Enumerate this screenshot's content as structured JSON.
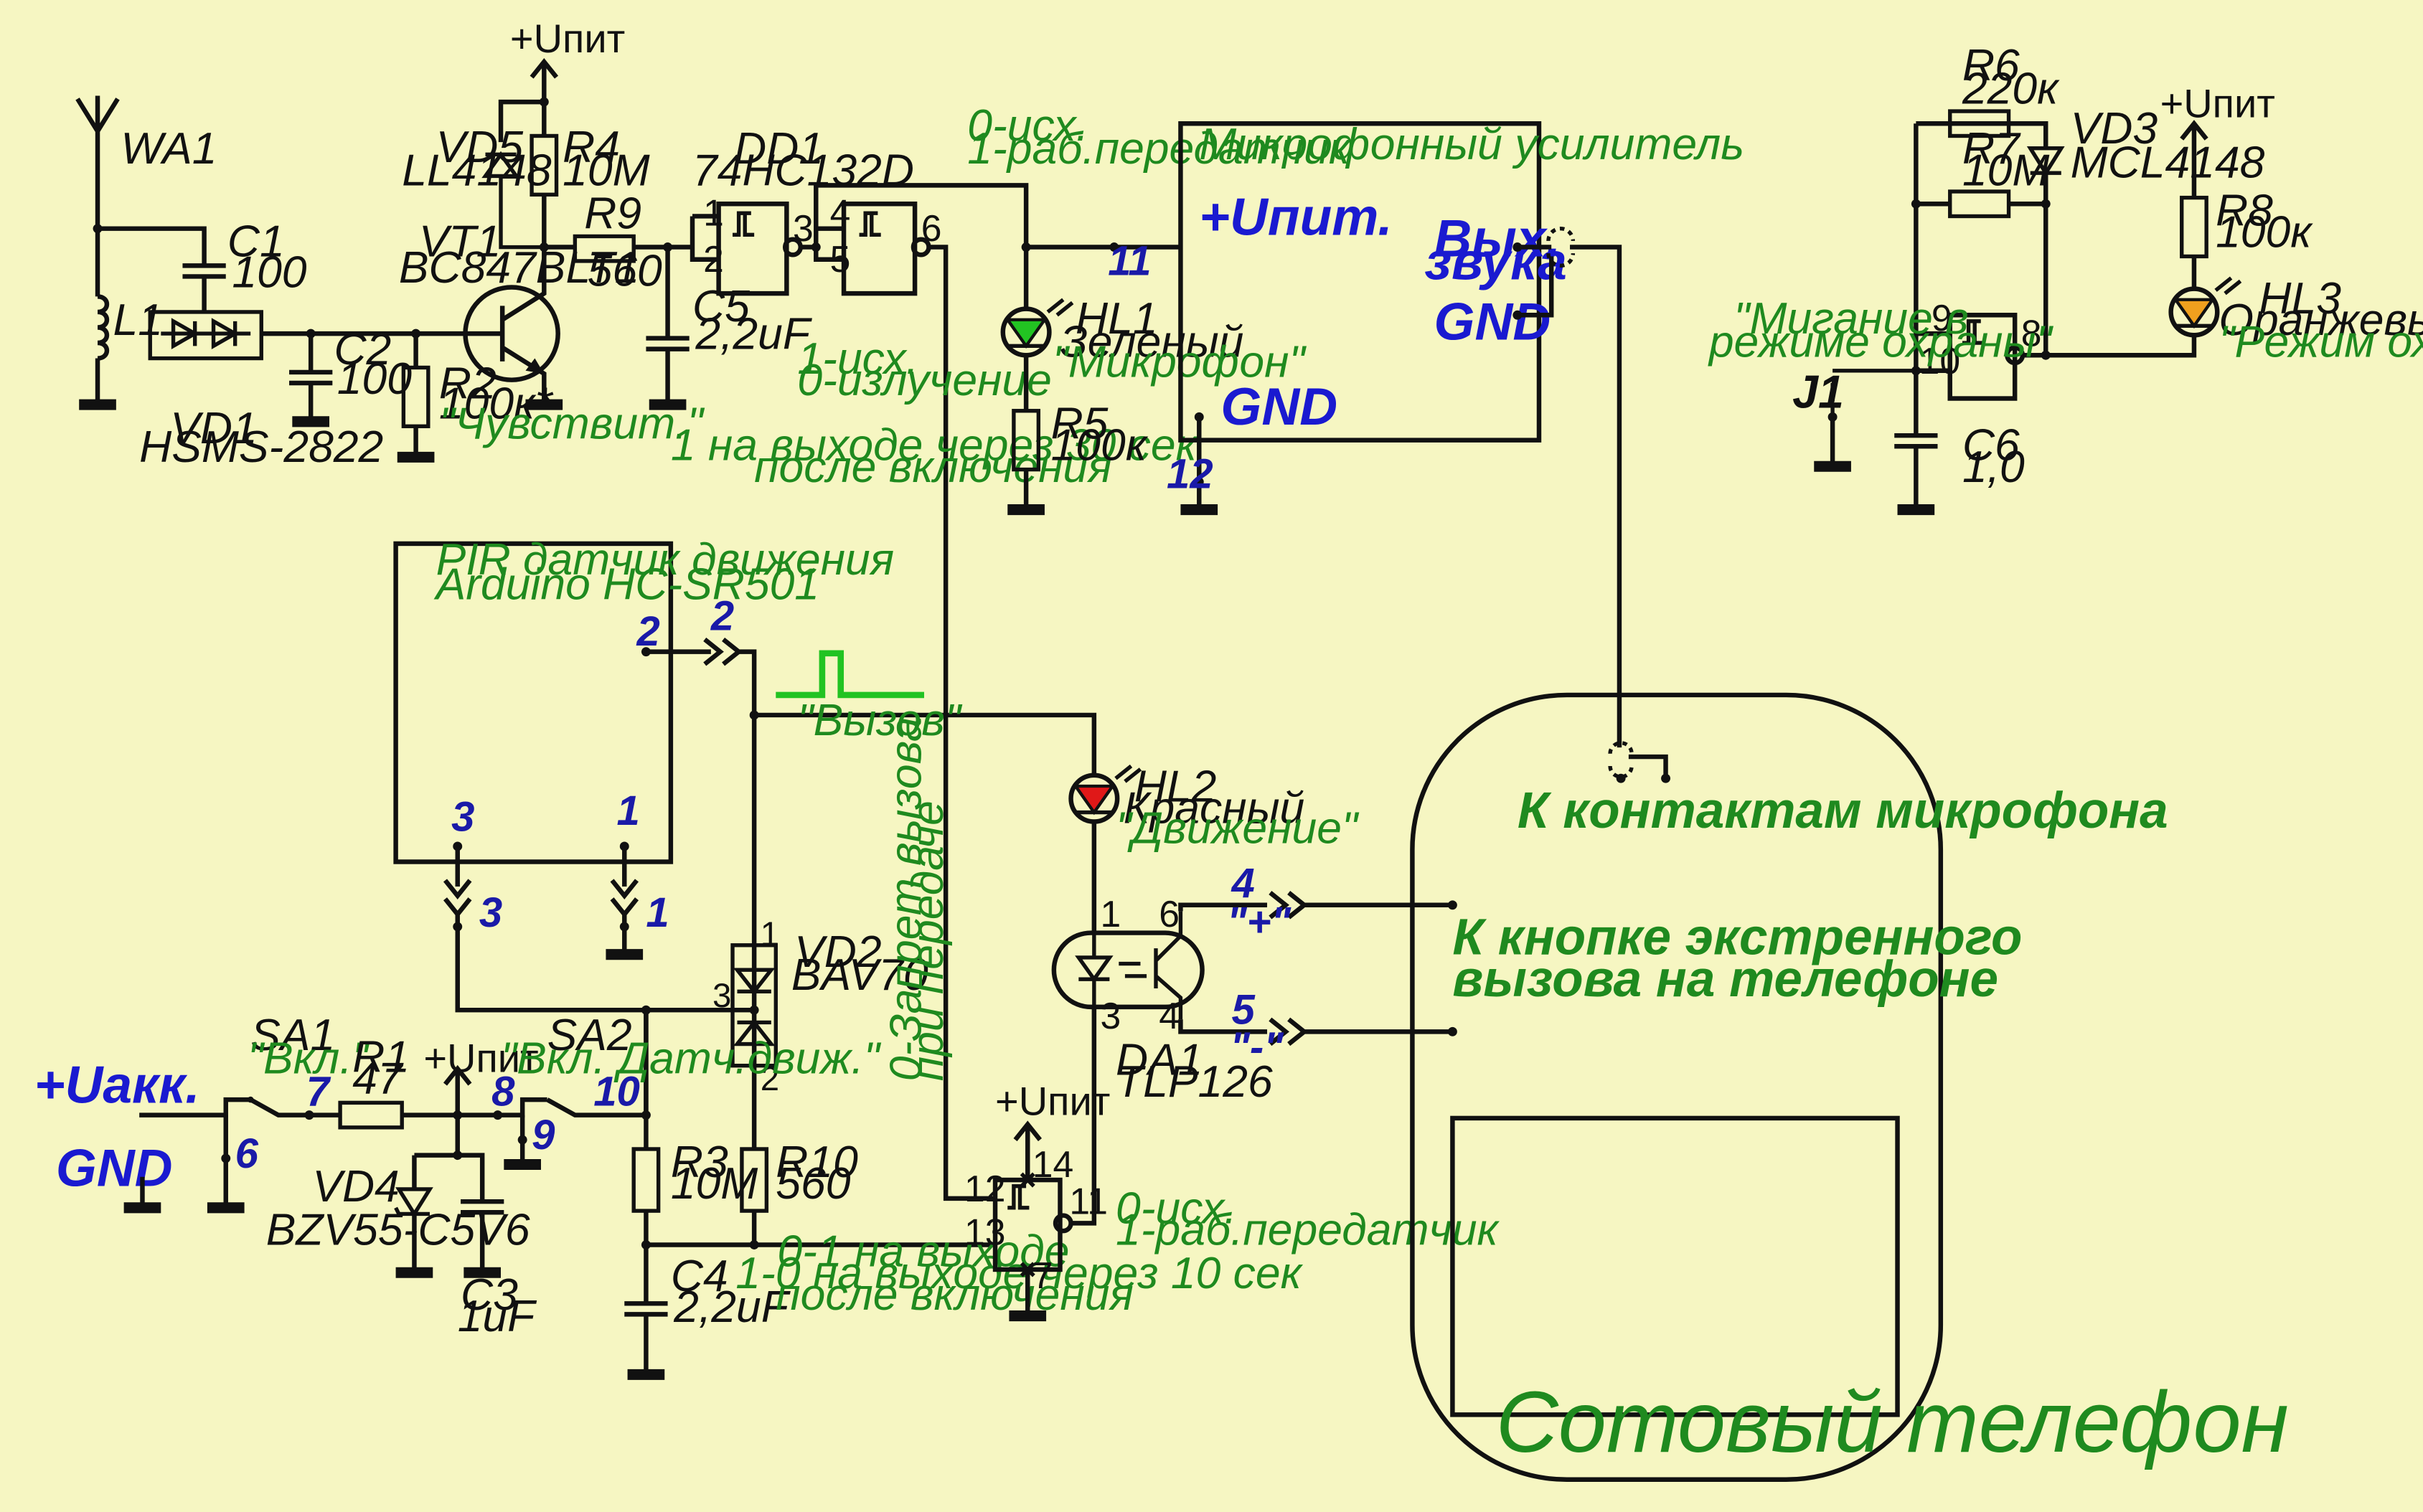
{
  "antenna": {
    "ref": "WA1",
    "inductor": "L1"
  },
  "c1": {
    "ref": "C1",
    "value": "100"
  },
  "c2": {
    "ref": "C2",
    "value": "100"
  },
  "vd1": {
    "ref": "VD1",
    "value": "HSMS-2822"
  },
  "r2": {
    "ref": "R2",
    "value": "100к*",
    "note": "\"Чувствит.\""
  },
  "vt1": {
    "ref": "VT1",
    "value": "BC847BLT1"
  },
  "vd5": {
    "ref": "VD5",
    "value": "LL4148"
  },
  "r4": {
    "ref": "R4",
    "value": "10M"
  },
  "vcc_labels": {
    "upit": "+Uпит"
  },
  "r9": {
    "ref": "R9",
    "value": "560"
  },
  "c5": {
    "ref": "C5",
    "value": "2,2uF"
  },
  "dd1": {
    "ref": "DD1",
    "value": "74HC132D",
    "pins": {
      "p1": "1",
      "p2": "2",
      "p3": "3",
      "p4": "4",
      "p5": "5",
      "p6": "6",
      "p7": "7",
      "p11": "11",
      "p12": "12",
      "p13": "13",
      "p14": "14",
      "p8": "8",
      "p9": "9",
      "p10": "10"
    }
  },
  "notes": {
    "out_tx_1": "0-исх.",
    "out_tx_2": "1-раб.передатчик",
    "pin6_1": "1-исх.",
    "pin6_2": "0-излучение",
    "delay30_1": "1 на выходе через 30 сек",
    "delay30_2": "после включения",
    "ban_1": "0-Запрет вызова",
    "ban_2": "при передаче",
    "out11_1": "0-исх.",
    "out11_2": "1-раб.передатчик",
    "delay10_1": "0-1 на выходе",
    "delay10_2": "1-0 на выходе через 10 сек",
    "delay10_3": "после включения",
    "blink_1": "\"Мигание в",
    "blink_2": "режиме охраны\"",
    "call": "\"Вызов\""
  },
  "hl1": {
    "ref": "HL1",
    "color_name": "Зеленый",
    "note": "\"Микрофон\"",
    "color": "#22c322"
  },
  "r5": {
    "ref": "R5",
    "value": "100к"
  },
  "mic_amp": {
    "title": "Микрофонный усилитель",
    "vcc": "+Uпит.",
    "out_1": "Вых.",
    "out_2": "звука",
    "gnd1": "GND",
    "gnd2": "GND"
  },
  "net_numbers": {
    "n11": "11",
    "n12": "12",
    "n2a": "2",
    "n2b": "2",
    "n3a": "3",
    "n3b": "3",
    "n1a": "1",
    "n1b": "1",
    "n4": "4",
    "n5": "5",
    "n6": "6",
    "n7": "7",
    "n8": "8",
    "n9": "9",
    "n10": "10"
  },
  "r6": {
    "ref": "R6",
    "value": "220к"
  },
  "r7": {
    "ref": "R7",
    "value": "10M"
  },
  "vd3": {
    "ref": "VD3",
    "value": "MCL4148"
  },
  "r8": {
    "ref": "R8",
    "value": "100к"
  },
  "hl3": {
    "ref": "HL3",
    "color_name": "Оранжевый",
    "note": "\"Режим охраны\"",
    "color": "#f0a01e"
  },
  "c6": {
    "ref": "C6",
    "value": "1,0"
  },
  "j1": {
    "ref": "J1"
  },
  "pir": {
    "title_1": "PIR датчик движения",
    "title_2": "Arduino HC-SR501",
    "p2": "2",
    "p3": "3",
    "p1": "1"
  },
  "hl2": {
    "ref": "HL2",
    "color_name": "Красный",
    "note": "\"Движение\"",
    "color": "#e01818"
  },
  "da1": {
    "ref": "DA1",
    "value": "TLP126",
    "p1": "1",
    "p3": "3",
    "p4": "4",
    "p6": "6"
  },
  "vd2": {
    "ref": "VD2",
    "value": "BAV70",
    "p1": "1",
    "p2": "2",
    "p3": "3"
  },
  "r10": {
    "ref": "R10",
    "value": "560"
  },
  "r3": {
    "ref": "R3",
    "value": "10M"
  },
  "c4": {
    "ref": "C4",
    "value": "2,2uF"
  },
  "power": {
    "uakk": "+Uакк.",
    "gnd": "GND"
  },
  "sa1": {
    "ref": "SA1",
    "note": "\"Вкл.\""
  },
  "r1": {
    "ref": "R1",
    "value": "47"
  },
  "sa2": {
    "ref": "SA2",
    "note": "\"Вкл. Датч.движ.\""
  },
  "vd4": {
    "ref": "VD4",
    "value": "BZV55-C5V6"
  },
  "c3": {
    "ref": "C3",
    "value": "1uF"
  },
  "phone": {
    "mic_contacts": "К контактам микрофона",
    "button_1": "К кнопке экстренного",
    "button_2": "вызова на телефоне",
    "plus": "\"+\"",
    "minus": "\"-\"",
    "title": "Сотовый телефон"
  }
}
